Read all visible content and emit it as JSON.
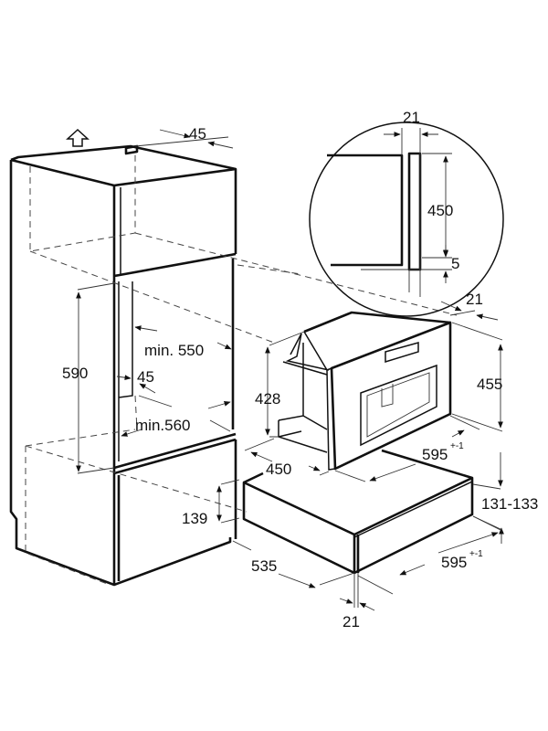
{
  "title": "Built-in coffee machine and warming drawer installation dimensions",
  "units": "mm",
  "dimensions": {
    "top_vent_depth": "45",
    "niche_height": "590",
    "niche_width_min": "min. 550",
    "side_clearance": "45",
    "niche_depth_min": "min.560",
    "drawer_niche_height": "139",
    "detail_gap": "21",
    "detail_height": "450",
    "detail_offset": "5",
    "machine_panel_depth": "21",
    "machine_height": "455",
    "machine_body_height": "428",
    "machine_body_depth": "450",
    "machine_width": "595",
    "machine_width_tolerance": "+-1",
    "drawer_height": "131-133",
    "drawer_depth": "535",
    "drawer_width": "595",
    "drawer_width_tolerance": "+-1",
    "drawer_panel_depth": "21"
  },
  "icons": {
    "airflow": "up-arrow-outline-icon"
  },
  "colors": {
    "line": "#111111",
    "background": "#ffffff"
  }
}
